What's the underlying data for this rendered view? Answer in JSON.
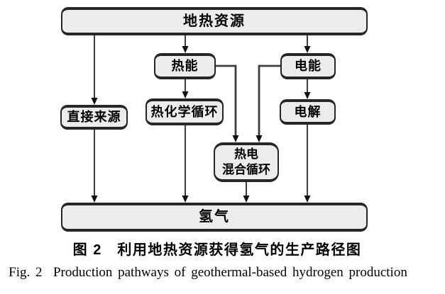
{
  "figure": {
    "nodes": {
      "geothermal": "地热资源",
      "thermal": "热能",
      "electric": "电能",
      "direct": "直接来源",
      "thermochemical": "热化学循环",
      "electrolysis": "电解",
      "hybrid_line1": "热电",
      "hybrid_line2": "混合循环",
      "hydrogen": "氢气"
    },
    "captions": {
      "zh": "图 2　利用地热资源获得氢气的生产路径图",
      "en": "Fig. 2  Production pathways of geothermal-based hydrogen production"
    },
    "colors": {
      "box_fill": "#ececec",
      "box_border": "#262626",
      "line": "#3d3d3d",
      "bg": "#ffffff",
      "text": "#000000"
    }
  }
}
